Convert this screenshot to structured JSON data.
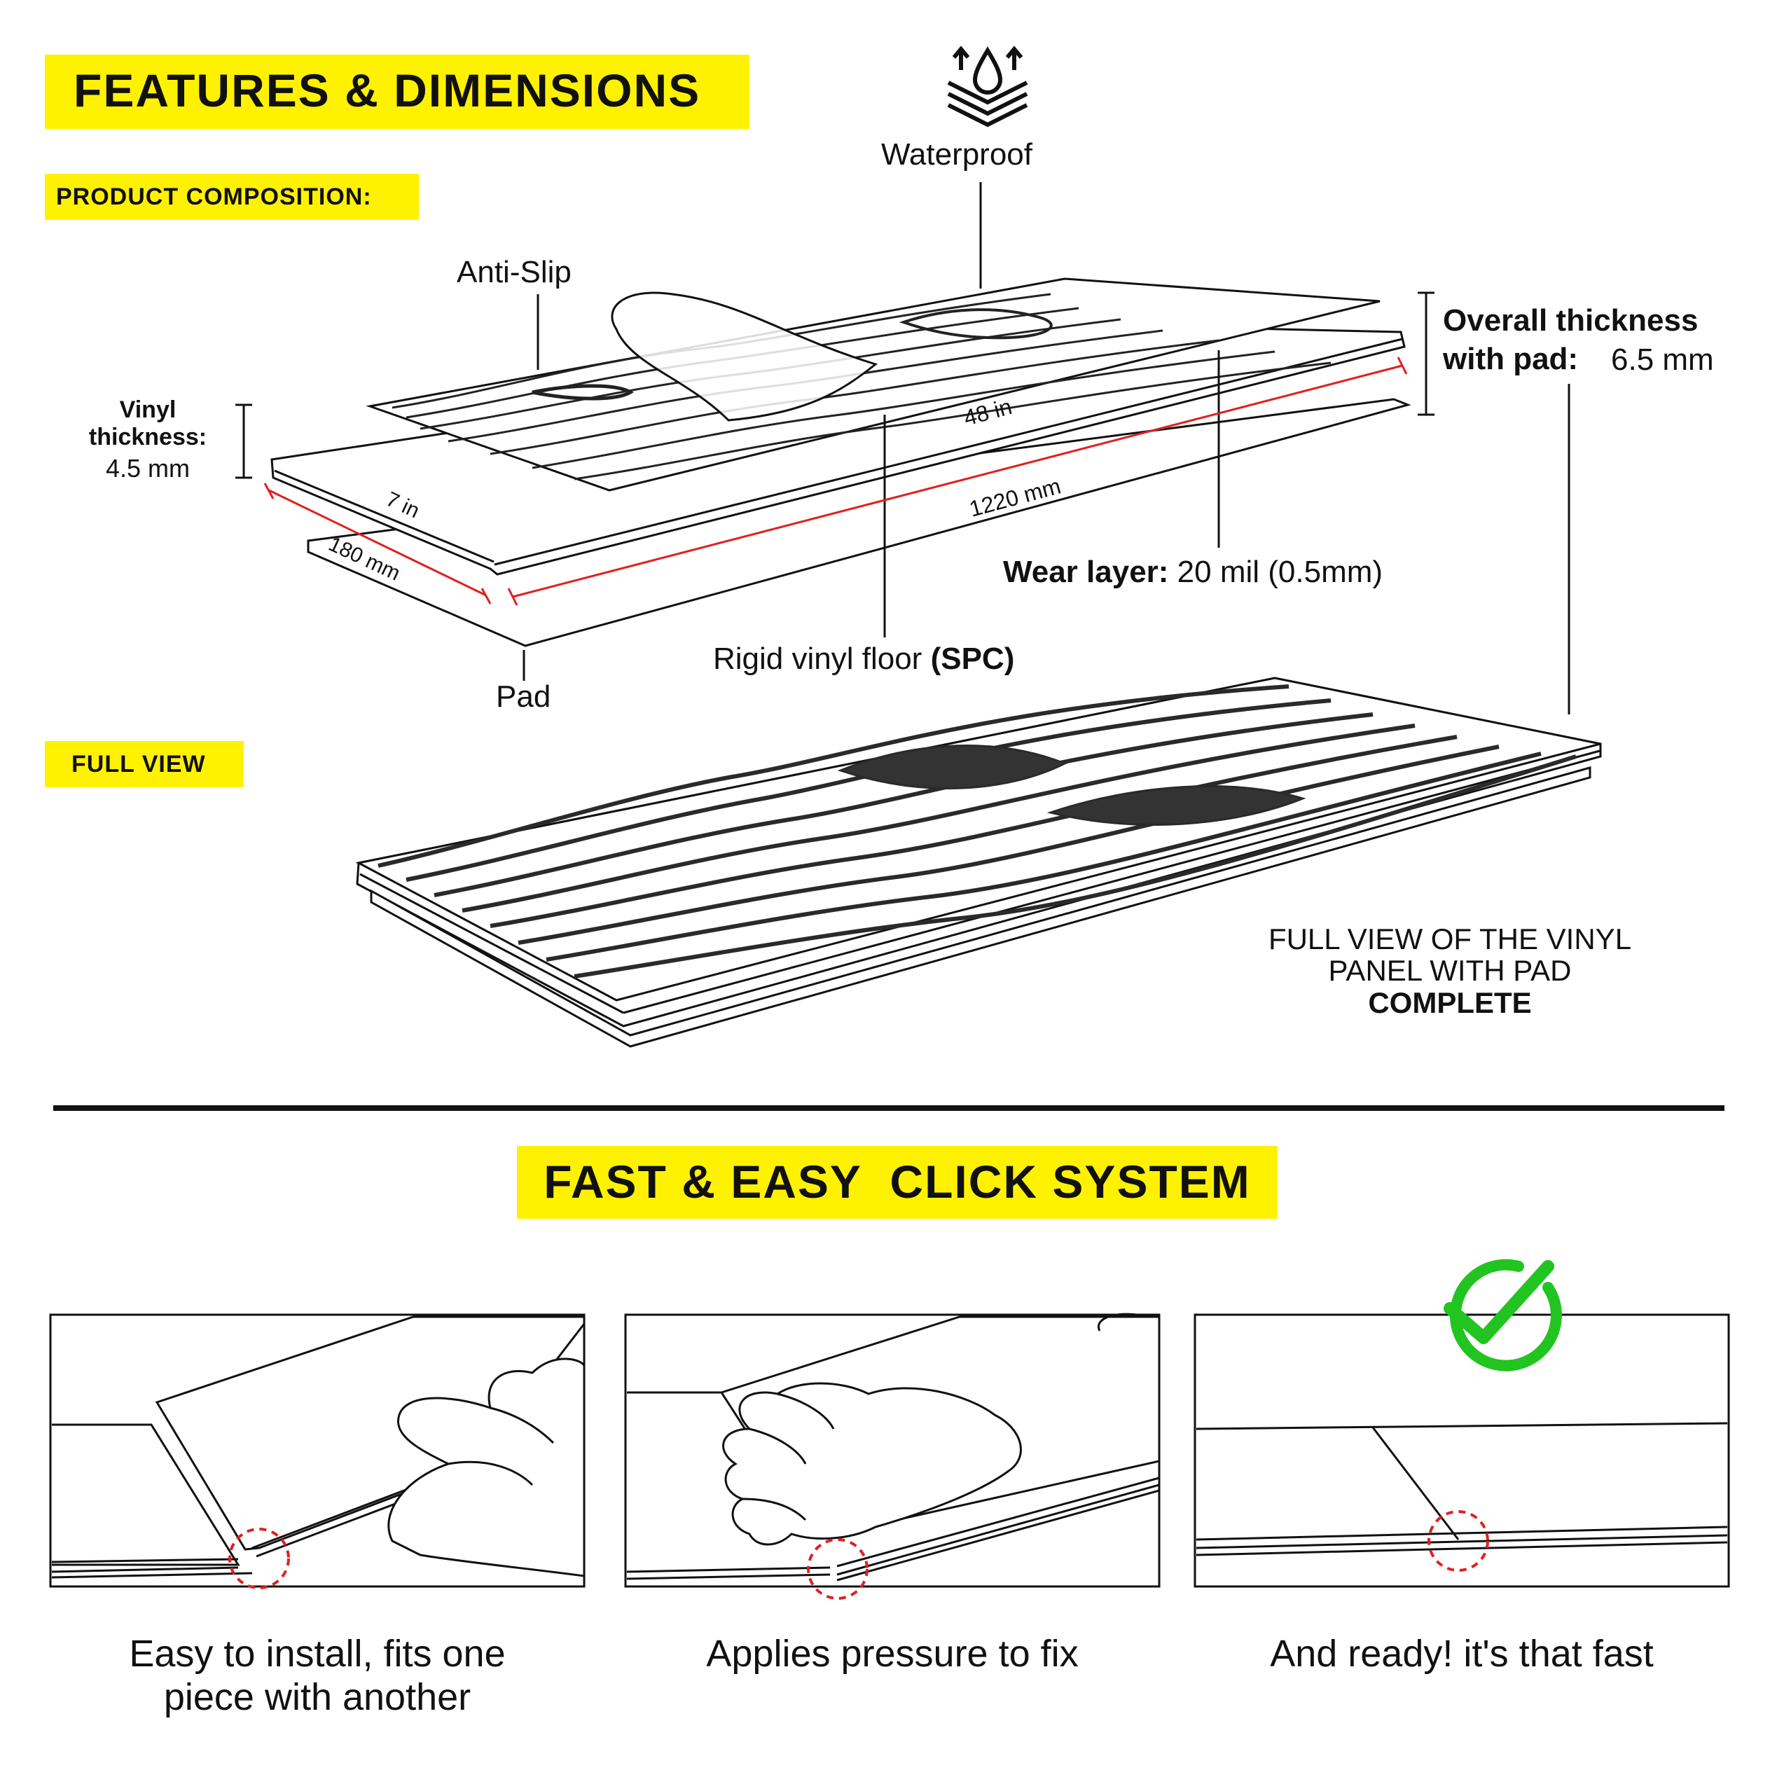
{
  "header": {
    "title": "FEATURES & DIMENSIONS"
  },
  "composition": {
    "label": "PRODUCT COMPOSITION:",
    "waterproof": "Waterproof",
    "anti_slip": "Anti-Slip",
    "vinyl_thickness_label": "Vinyl thickness:",
    "vinyl_thickness_value": "4.5 mm",
    "overall_thickness_label": "Overall thickness with pad:",
    "overall_thickness_value": "6.5 mm",
    "wear_layer_label": "Wear layer:",
    "wear_layer_value": "20 mil (0.5mm)",
    "rigid_floor_label": "Rigid vinyl floor",
    "rigid_floor_bold": "(SPC)",
    "pad": "Pad",
    "dim_length_in": "48 in",
    "dim_length_mm": "1220 mm",
    "dim_width_in": "7 in",
    "dim_width_mm": "180 mm"
  },
  "full_view": {
    "label": "FULL VIEW",
    "caption_line1": "FULL VIEW OF THE VINYL",
    "caption_line2": "PANEL WITH PAD",
    "caption_bold": "COMPLETE"
  },
  "click_system": {
    "title": "FAST & EASY  CLICK SYSTEM",
    "steps": [
      {
        "caption_line1": "Easy to install, fits one",
        "caption_line2": "piece with another"
      },
      {
        "caption_line1": "Applies pressure to fix"
      },
      {
        "caption_line1": "And ready! it's that fast"
      }
    ]
  },
  "colors": {
    "highlight": "#fff200",
    "check": "#22c41f",
    "dimension": "#e02020",
    "ink": "#111111"
  }
}
